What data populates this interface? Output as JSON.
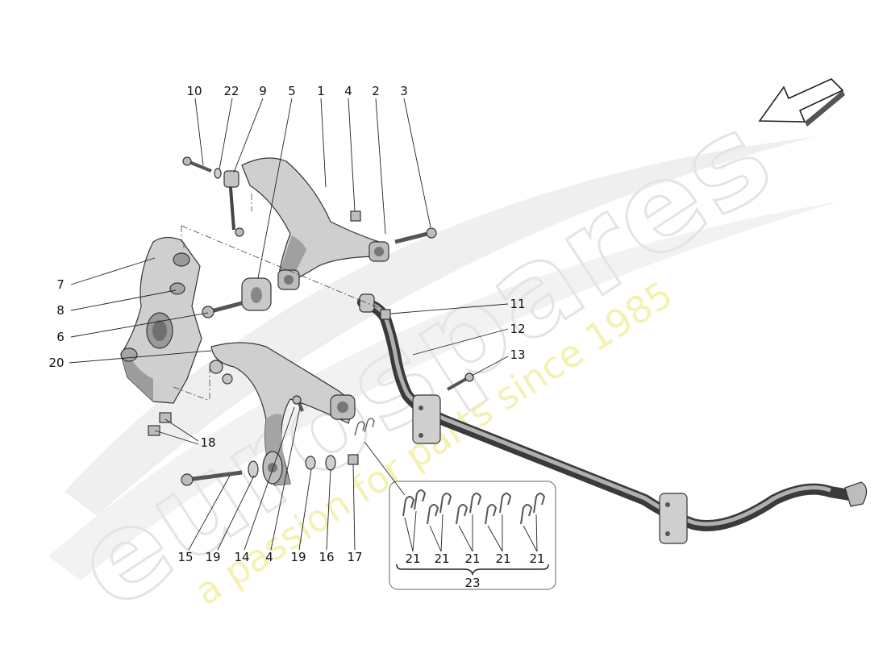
{
  "callouts": {
    "c1": "1",
    "c2": "2",
    "c3": "3",
    "c4a": "4",
    "c5": "5",
    "c6": "6",
    "c7": "7",
    "c8": "8",
    "c9": "9",
    "c10": "10",
    "c11": "11",
    "c12": "12",
    "c13": "13",
    "c14": "14",
    "c15": "15",
    "c16": "16",
    "c17": "17",
    "c18": "18",
    "c19a": "19",
    "c19b": "19",
    "c20": "20",
    "c21a": "21",
    "c21b": "21",
    "c21c": "21",
    "c21d": "21",
    "c21e": "21",
    "c22": "22",
    "c23": "23",
    "c4b": "4"
  },
  "watermark": {
    "logo": "eurospares",
    "tagline": "a passion for parts since 1985"
  },
  "icons": {
    "direction": "direction-arrow-icon"
  },
  "colors": {
    "part_fill": "#cfcfcf",
    "part_shadow": "#8e8e8e",
    "bar_fill": "#9a9a9a",
    "watermark_gray": "#e6e6e6",
    "watermark_yellow": "#f2f0a6"
  }
}
